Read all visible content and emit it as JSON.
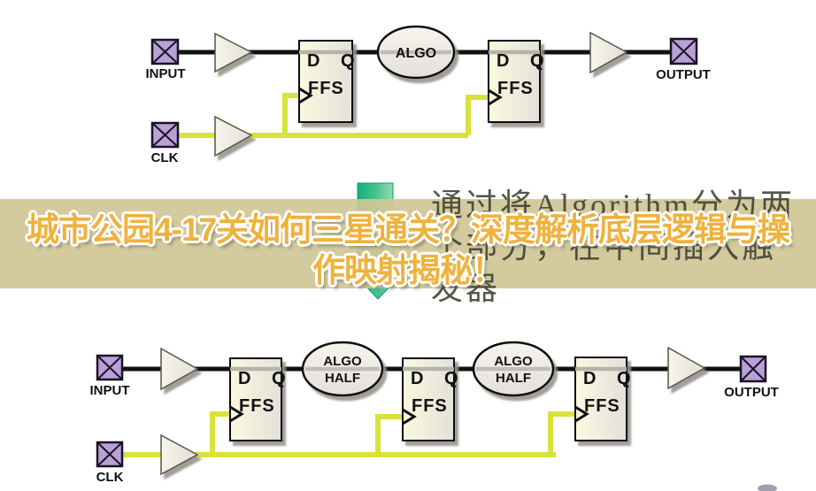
{
  "overlay": {
    "title_line1": "城市公园4-17关如何三星通关？深度解析底层逻辑与操",
    "title_line2": "作映射揭秘！",
    "caption_line1": "通过将Algorithm分为两",
    "caption_line2": "个部分，在中间插入触",
    "caption_line3": "发器",
    "title_color": "#efb23e",
    "band_color": "#d0c697",
    "arrow_color_dark": "#14ad7e",
    "arrow_color_light": "#93dbae"
  },
  "diagram": {
    "input_label": "INPUT",
    "clk_label": "CLK",
    "output_label": "OUTPUT",
    "ff_pins": "D Q",
    "ff_name": "FFS",
    "algo_label": "ALGO",
    "algo_half_line1": "ALGO",
    "algo_half_line2": "HALF",
    "signal_wire_color": "#111111",
    "clock_wire_color": "#d9e13c",
    "port_fill_color": "#b9a0d6"
  }
}
